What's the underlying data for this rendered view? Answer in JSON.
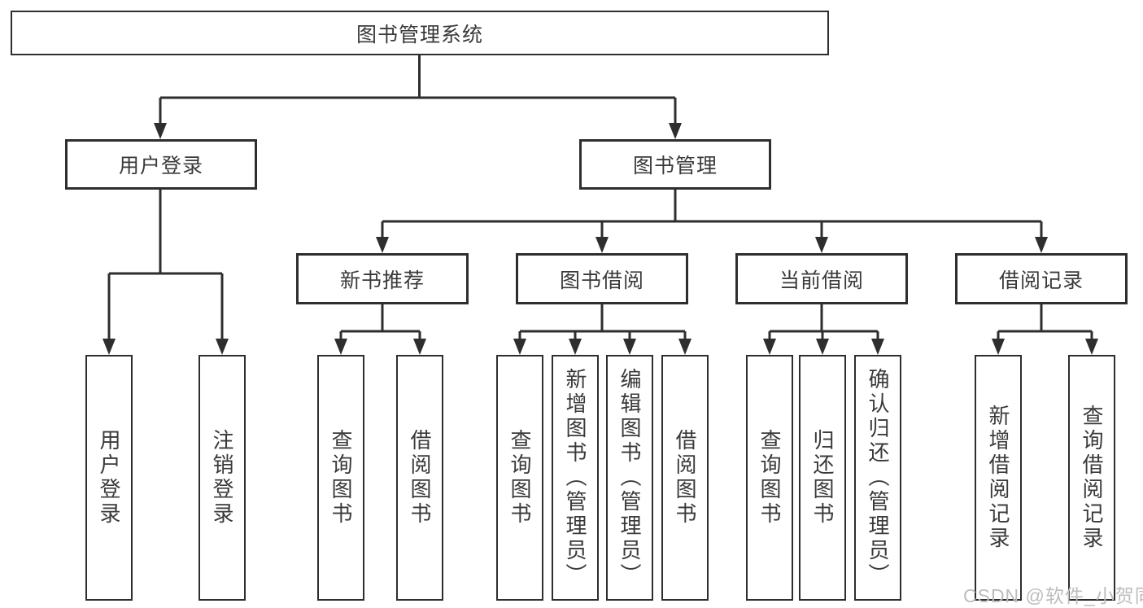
{
  "diagram": {
    "root": {
      "label": "图书管理系统"
    },
    "level2": [
      {
        "label": "用户登录"
      },
      {
        "label": "图书管理"
      }
    ],
    "level3": [
      {
        "label": "新书推荐",
        "parent": "图书管理"
      },
      {
        "label": "图书借阅",
        "parent": "图书管理"
      },
      {
        "label": "当前借阅",
        "parent": "图书管理"
      },
      {
        "label": "借阅记录",
        "parent": "图书管理"
      }
    ],
    "leaves": [
      {
        "group": "用户登录",
        "label": "用户登录"
      },
      {
        "group": "用户登录",
        "label": "注销登录"
      },
      {
        "group": "新书推荐",
        "label": "查询图书"
      },
      {
        "group": "新书推荐",
        "label": "借阅图书"
      },
      {
        "group": "图书借阅",
        "label": "查询图书"
      },
      {
        "group": "图书借阅",
        "label": "新增图书（管理员）"
      },
      {
        "group": "图书借阅",
        "label": "编辑图书（管理员）"
      },
      {
        "group": "图书借阅",
        "label": "借阅图书"
      },
      {
        "group": "当前借阅",
        "label": "查询图书"
      },
      {
        "group": "当前借阅",
        "label": "归还图书"
      },
      {
        "group": "当前借阅",
        "label": "确认归还（管理员）"
      },
      {
        "group": "借阅记录",
        "label": "新增借阅记录"
      },
      {
        "group": "借阅记录",
        "label": "查询借阅记录"
      }
    ],
    "colors": {
      "line": "#2e2e2e",
      "text": "#3a3a3a",
      "watermark": "#bdbdbd",
      "background": "#ffffff"
    },
    "watermark": {
      "text": "CSDN @软件_小贺同学"
    }
  }
}
